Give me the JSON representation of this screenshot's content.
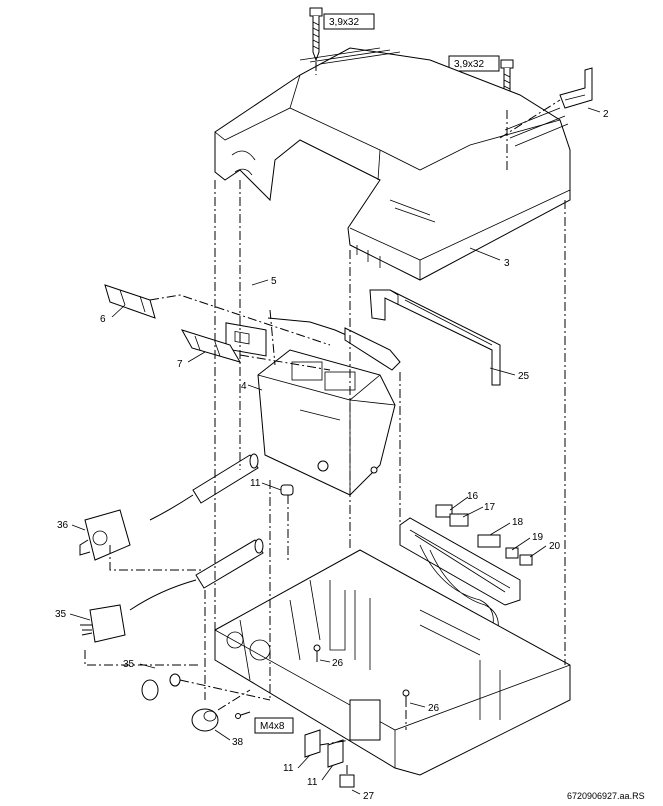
{
  "screw_labels": {
    "top_screw_1": "3,9x32",
    "top_screw_2": "3,9x32",
    "bolt": "M4x8"
  },
  "part_numbers": {
    "p2": "2",
    "p3": "3",
    "p4": "4",
    "p5": "5",
    "p6": "6",
    "p7": "7",
    "p11a": "11",
    "p11b": "11",
    "p11c": "11",
    "p16": "16",
    "p17": "17",
    "p18": "18",
    "p19": "19",
    "p20": "20",
    "p25": "25",
    "p26a": "26",
    "p26b": "26",
    "p27": "27",
    "p35a": "35",
    "p35b": "35",
    "p36": "36",
    "p38": "38"
  },
  "reference": "6720906927.aa.RS"
}
